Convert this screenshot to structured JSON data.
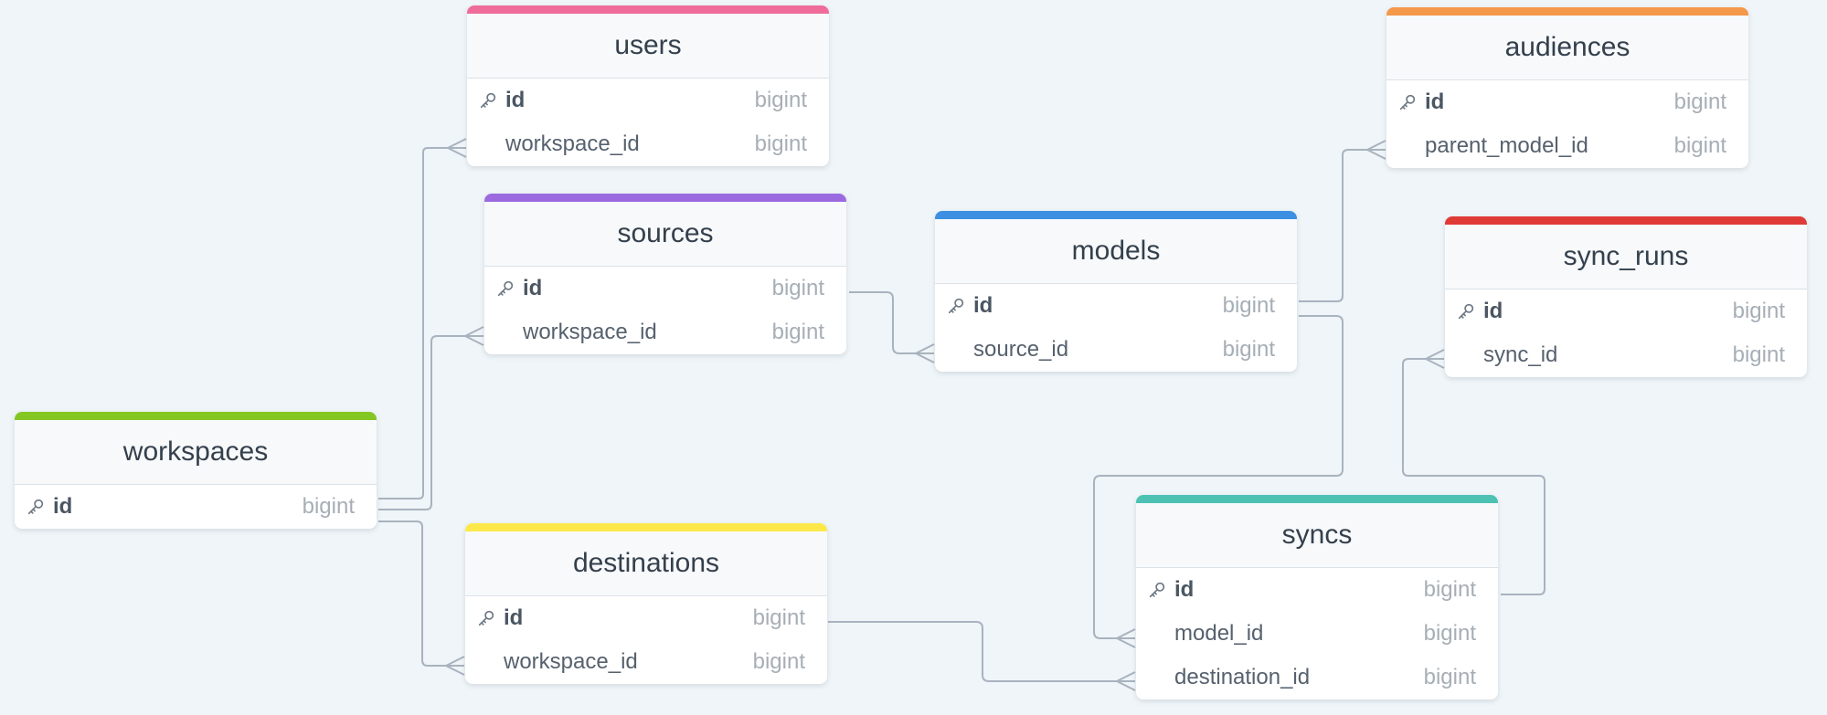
{
  "colors": {
    "background": "#eff5f8",
    "connector": "#a9b3bf",
    "users": "#ef6b9a",
    "sources": "#9c6ae0",
    "workspaces": "#84c622",
    "destinations": "#fde84a",
    "models": "#3d8fe1",
    "audiences": "#f4984a",
    "sync_runs": "#df3a35",
    "syncs": "#4dc2b3"
  },
  "icons": {
    "primary_key": "key-icon"
  },
  "tables": [
    {
      "key": "users",
      "name": "users",
      "color": "#ef6b9a",
      "columns": [
        {
          "name": "id",
          "type": "bigint",
          "pk": true
        },
        {
          "name": "workspace_id",
          "type": "bigint",
          "pk": false
        }
      ]
    },
    {
      "key": "sources",
      "name": "sources",
      "color": "#9c6ae0",
      "columns": [
        {
          "name": "id",
          "type": "bigint",
          "pk": true
        },
        {
          "name": "workspace_id",
          "type": "bigint",
          "pk": false
        }
      ]
    },
    {
      "key": "workspaces",
      "name": "workspaces",
      "color": "#84c622",
      "columns": [
        {
          "name": "id",
          "type": "bigint",
          "pk": true
        }
      ]
    },
    {
      "key": "destinations",
      "name": "destinations",
      "color": "#fde84a",
      "columns": [
        {
          "name": "id",
          "type": "bigint",
          "pk": true
        },
        {
          "name": "workspace_id",
          "type": "bigint",
          "pk": false
        }
      ]
    },
    {
      "key": "models",
      "name": "models",
      "color": "#3d8fe1",
      "columns": [
        {
          "name": "id",
          "type": "bigint",
          "pk": true
        },
        {
          "name": "source_id",
          "type": "bigint",
          "pk": false
        }
      ]
    },
    {
      "key": "audiences",
      "name": "audiences",
      "color": "#f4984a",
      "columns": [
        {
          "name": "id",
          "type": "bigint",
          "pk": true
        },
        {
          "name": "parent_model_id",
          "type": "bigint",
          "pk": false
        }
      ]
    },
    {
      "key": "sync_runs",
      "name": "sync_runs",
      "color": "#df3a35",
      "columns": [
        {
          "name": "id",
          "type": "bigint",
          "pk": true
        },
        {
          "name": "sync_id",
          "type": "bigint",
          "pk": false
        }
      ]
    },
    {
      "key": "syncs",
      "name": "syncs",
      "color": "#4dc2b3",
      "columns": [
        {
          "name": "id",
          "type": "bigint",
          "pk": true
        },
        {
          "name": "model_id",
          "type": "bigint",
          "pk": false
        },
        {
          "name": "destination_id",
          "type": "bigint",
          "pk": false
        }
      ]
    }
  ],
  "relationships": [
    {
      "from": "workspaces.id",
      "to": "users.workspace_id",
      "cardinality": "one-to-many"
    },
    {
      "from": "workspaces.id",
      "to": "sources.workspace_id",
      "cardinality": "one-to-many"
    },
    {
      "from": "workspaces.id",
      "to": "destinations.workspace_id",
      "cardinality": "one-to-many"
    },
    {
      "from": "sources.id",
      "to": "models.source_id",
      "cardinality": "one-to-many"
    },
    {
      "from": "models.id",
      "to": "audiences.parent_model_id",
      "cardinality": "one-to-many"
    },
    {
      "from": "models.id",
      "to": "syncs.model_id",
      "cardinality": "one-to-many"
    },
    {
      "from": "destinations.id",
      "to": "syncs.destination_id",
      "cardinality": "one-to-many"
    },
    {
      "from": "syncs.id",
      "to": "sync_runs.sync_id",
      "cardinality": "one-to-many"
    }
  ]
}
